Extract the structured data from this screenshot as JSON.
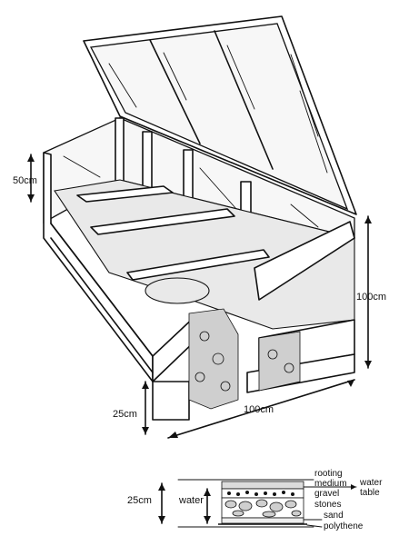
{
  "dimensions": {
    "side_height": "50cm",
    "end_height": "100cm",
    "base_depth": "25cm",
    "length": "100cm"
  },
  "cross_section": {
    "depth": "25cm",
    "water": "water",
    "layers": {
      "rooting_line1": "rooting",
      "rooting_line2": "medium",
      "gravel": "gravel",
      "stones": "stones",
      "sand": "sand",
      "polythene": "polythene"
    },
    "water_table_line1": "water",
    "water_table_line2": "table"
  }
}
